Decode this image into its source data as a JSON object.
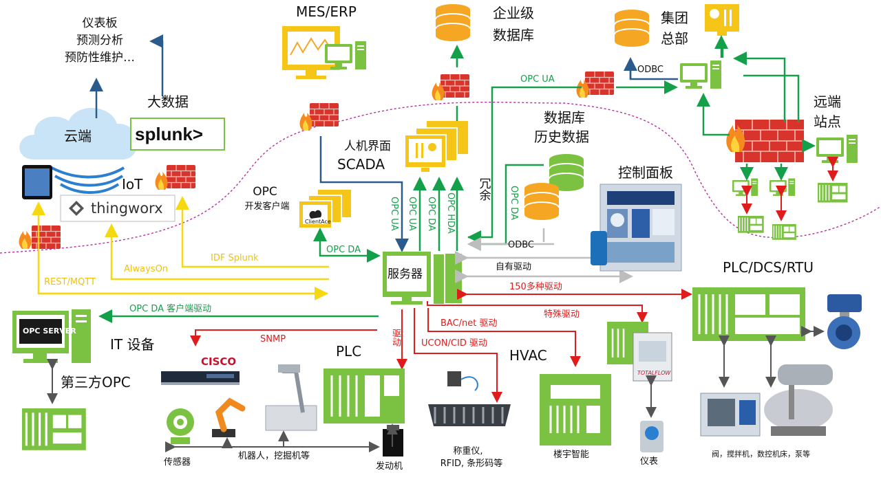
{
  "top_left": {
    "line1": "仪表板",
    "line2": "预测分析",
    "line3": "预防性维护…"
  },
  "big_data": "大数据",
  "cloud": "云端",
  "splunk": "splunk>",
  "iot": "IoT",
  "thingworx": "thingworx",
  "opc_dev": {
    "line1": "OPC",
    "line2": "开发客户端"
  },
  "clientace": "ClientAce",
  "mes_erp": "MES/ERP",
  "enterprise_db": {
    "line1": "企业级",
    "line2": "数据库"
  },
  "hq": {
    "line1": "集团",
    "line2": "总部"
  },
  "remote_site": {
    "line1": "远端",
    "line2": "站点"
  },
  "odbc_top": "ODBC",
  "opc_ua_top": "OPC UA",
  "hmi": {
    "line1": "人机界面",
    "line2": "SCADA"
  },
  "redundant": "冗余",
  "historian": {
    "line1": "数据库",
    "line2": "历史数据"
  },
  "control_panel": "控制面板",
  "vertical_labels": {
    "ua1": "OPC UA",
    "ua2": "OPC UA",
    "da1": "OPC DA",
    "hda": "OPC HDA",
    "da2": "OPC DA"
  },
  "odbc_mid": "ODBC",
  "opc_da_client": "OPC DA",
  "idf_splunk": "IDF Splunk",
  "alwayson": "AlwaysOn",
  "rest_mqtt": "REST/MQTT",
  "server": "服务器",
  "own_driver": "自有驱动",
  "drivers_150": "150多种驱动",
  "plc_dcs_rtu": "PLC/DCS/RTU",
  "opc_da_client_driver": "OPC DA 客户端驱动",
  "opc_server": "OPC SERVER",
  "it_equipment": "IT 设备",
  "snmp": "SNMP",
  "cisco": "CISCO",
  "driver_v": "驱动",
  "bacnet": "BAC/net 驱动",
  "special_driver": "特殊驱动",
  "ucon": "UCON/CID 驱动",
  "hvac": "HVAC",
  "plc": "PLC",
  "third_party_opc": "第三方OPC",
  "sensor": "传感器",
  "robots": "机器人，挖掘机等",
  "engine": "发动机",
  "weighing": {
    "line1": "称重仪,",
    "line2": "RFID, 条形码等"
  },
  "building": "楼宇智能",
  "meter": "仪表",
  "totalflow": "TOTALFLOW",
  "machines": "阀，搅拌机，数控机床，泵等",
  "colors": {
    "green": "#14a04a",
    "red": "#e01b1b",
    "yellow": "#f5d80f",
    "device_green": "#7cc242",
    "db_orange": "#f5a623",
    "firewall": "#d9342b"
  }
}
